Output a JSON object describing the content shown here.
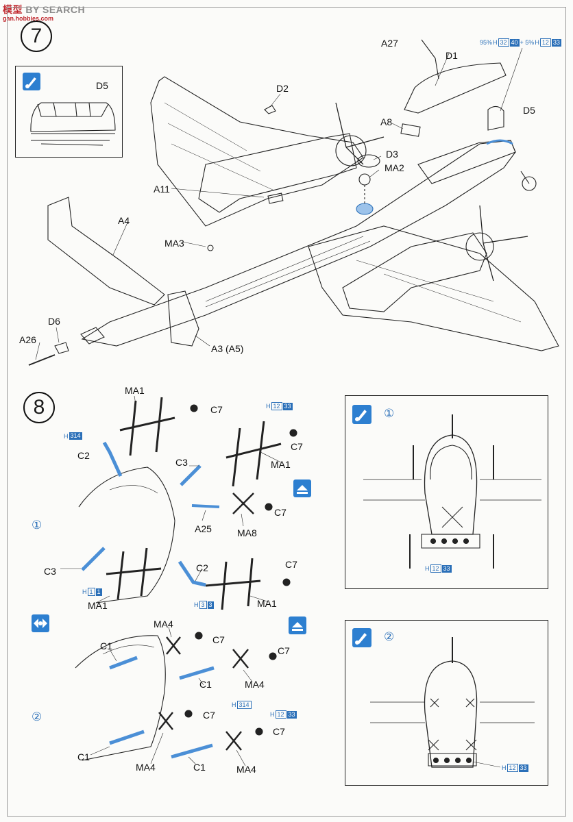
{
  "watermark": {
    "brand_a": "模型",
    "brand_b": "BY SEARCH",
    "sub": "gan.hobbies.com"
  },
  "steps": {
    "step7": "7",
    "step8": "8"
  },
  "step7": {
    "parts": {
      "a27": "A27",
      "d1": "D1",
      "d5_top": "D5",
      "d5_inset": "D5",
      "d2": "D2",
      "a8": "A8",
      "d3": "D3",
      "ma2": "MA2",
      "a11": "A11",
      "a4": "A4",
      "ma3": "MA3",
      "d6": "D6",
      "a26": "A26",
      "a3": "A3 (A5)"
    },
    "paint_mix": {
      "prefix": "95%",
      "h1": "H",
      "c1": "32",
      "c2": "40",
      "mid": "+ 5%",
      "h2": "H",
      "c3": "12",
      "c4": "33"
    }
  },
  "step8": {
    "sub1": "①",
    "sub2": "②",
    "parts": {
      "ma1_top": "MA1",
      "c7_a": "C7",
      "c7_b": "C7",
      "c2_left": "C2",
      "c3_mid": "C3",
      "ma1_right": "MA1",
      "a25": "A25",
      "ma8": "MA8",
      "c7_c": "C7",
      "c3_left": "C3",
      "c2_bot": "C2",
      "c7_d": "C7",
      "ma1_bl": "MA1",
      "ma1_br": "MA1",
      "ma4_a": "MA4",
      "c7_e": "C7",
      "c1_a": "C1",
      "c7_f": "C7",
      "c1_b": "C1",
      "ma4_b": "MA4",
      "c7_g": "C7",
      "c7_h": "C7",
      "c1_c": "C1",
      "ma4_c": "MA4",
      "c1_d": "C1",
      "ma4_d": "MA4"
    },
    "refs": {
      "h12_33_a": {
        "h": "H",
        "n1": "12",
        "n2": "33"
      },
      "h314_a": {
        "h": "H",
        "n1": "314"
      },
      "h1_1": {
        "h": "H",
        "n1": "1",
        "n2": "1"
      },
      "h3_3": {
        "h": "H",
        "n1": "3",
        "n2": "3"
      },
      "h314_b": {
        "h": "H",
        "n1": "314"
      },
      "h12_33_b": {
        "h": "H",
        "n1": "12",
        "n2": "33"
      }
    },
    "panel1": {
      "num": "①",
      "ref": {
        "h": "H",
        "n1": "12",
        "n2": "33"
      }
    },
    "panel2": {
      "num": "②",
      "ref": {
        "h": "H",
        "n1": "12",
        "n2": "33"
      }
    }
  }
}
